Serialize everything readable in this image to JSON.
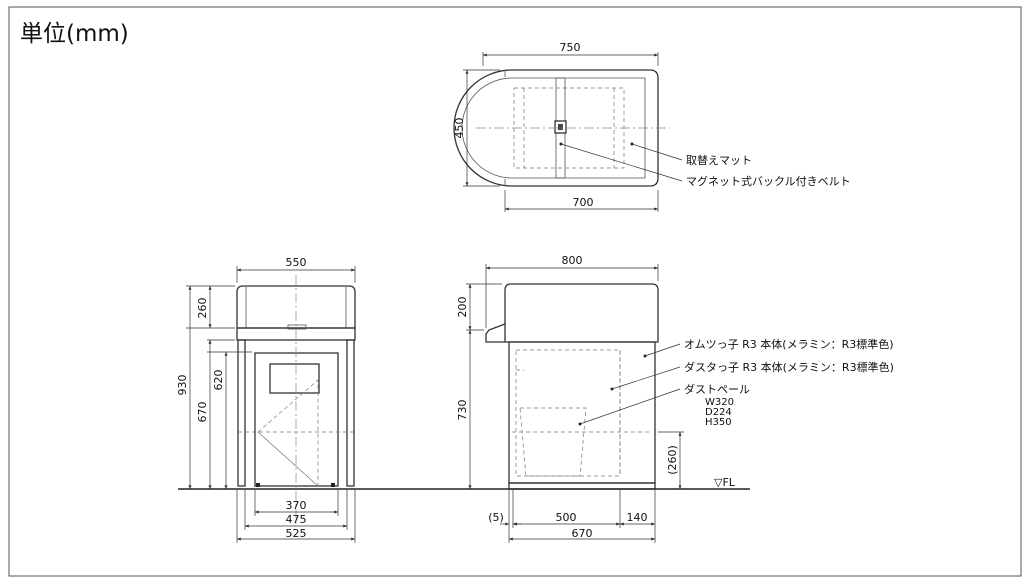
{
  "title": "単位(mm)",
  "top_view": {
    "dims": {
      "overall_width": "750",
      "depth": "450",
      "inner_width": "700"
    },
    "callouts": {
      "mat": "取替えマット",
      "belt": "マグネット式バックル付きベルト"
    }
  },
  "front_view": {
    "dims": {
      "top_width": "550",
      "total_height": "930",
      "upper_height": "260",
      "h670": "670",
      "h620": "620",
      "w370": "370",
      "w475": "475",
      "w525": "525"
    }
  },
  "side_view": {
    "dims": {
      "top_width": "800",
      "upper_height": "200",
      "lower_height": "730",
      "h260": "(260)",
      "gap5": "(5)",
      "w500": "500",
      "w140": "140",
      "w670": "670"
    },
    "callouts": {
      "body1": "オムツっ子 R3 本体(メラミン：R3標準色)",
      "body2": "ダスタっ子 R3 本体(メラミン：R3標準色)",
      "pail_name": "ダストペール",
      "pail_w": "W320",
      "pail_d": "D224",
      "pail_h": "H350"
    },
    "floor_label": "▽FL"
  }
}
